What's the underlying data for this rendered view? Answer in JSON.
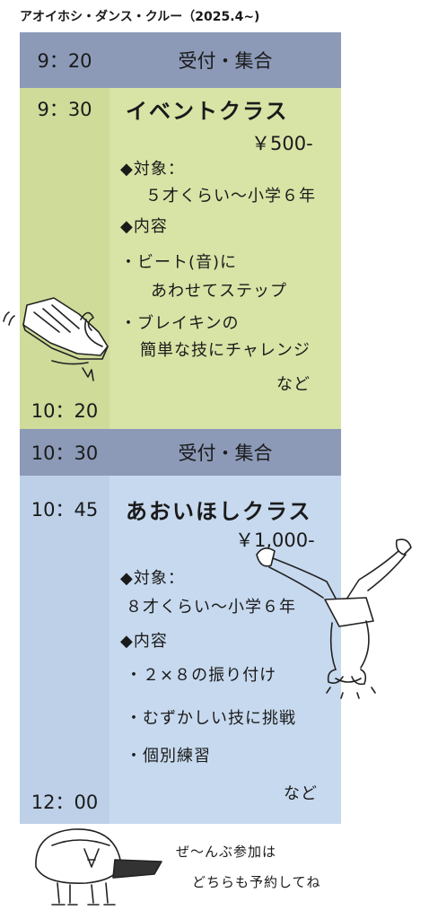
{
  "title": "アオイホシ・ダンス・クルー（2025.4~)",
  "schedule": {
    "reception1": {
      "time": "9：20",
      "label": "受付・集合"
    },
    "class1": {
      "start": "9：30",
      "end": "10：20",
      "name": "イベントクラス",
      "price": "￥500-",
      "target_head": "◆対象：",
      "target": "５才くらい〜小学６年",
      "content_head": "◆内容",
      "items": [
        "・ビート(音)に",
        "あわせてステップ",
        "・ブレイキンの",
        "簡単な技にチャレンジ"
      ],
      "etc": "など"
    },
    "reception2": {
      "time": "10：30",
      "label": "受付・集合"
    },
    "class2": {
      "start": "10：45",
      "end": "12：00",
      "name": "あおいほしクラス",
      "price": "￥1,000-",
      "target_head": "◆対象：",
      "target": "８才くらい〜小学６年",
      "content_head": "◆内容",
      "items": [
        "・２×８の振り付け",
        "・むずかしい技に挑戦",
        "・個別練習"
      ],
      "etc": "など"
    }
  },
  "footer": {
    "line1": "ぜ〜んぶ参加は",
    "line2": "どちらも予約してね"
  },
  "colors": {
    "header_band": "#8c9ab8",
    "green_section": "#d8e3a6",
    "blue_section": "#c7d9ee"
  },
  "icons": [
    "sneaker-icon",
    "handstand-dancer-icon",
    "cap-kid-icon"
  ]
}
